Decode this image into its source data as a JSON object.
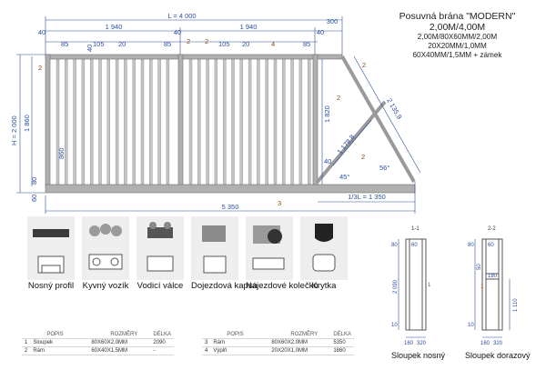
{
  "title": {
    "main": "Posuvná brána \"MODERN\" 2,00M/4,00M",
    "specs": [
      "2,00M/80X60MM/2,00M",
      "20X20MM/1,0MM",
      "60X40MM/1,5MM + zámek"
    ]
  },
  "dims": {
    "L": "L = 4 000",
    "half_left": "1 940",
    "half_right": "1 940",
    "d300": "300",
    "d40_a": "40",
    "d40_b": "40",
    "d40_c": "40",
    "d85_a": "85",
    "d105_a": "105",
    "d20_a": "20",
    "d85_b": "85",
    "d105_b": "105",
    "d20_b": "20",
    "d85_c": "85",
    "d40_v": "40",
    "H": "H = 2 000",
    "h1860": "1 860",
    "h860": "860",
    "h80": "80",
    "h60": "60",
    "h1820": "1 820",
    "h40": "40",
    "diag1": "1 178,8",
    "diag2": "2 135,9",
    "ang45": "45°",
    "ang56": "56°",
    "tail": "1/3L = 1 350",
    "total": "5 350"
  },
  "tags": {
    "t2a": "2",
    "t2b": "2",
    "t2c": "2",
    "t2d": "2",
    "t2e": "2",
    "t2f": "2",
    "t4": "4",
    "t3": "3"
  },
  "parts": [
    {
      "label": "Nosný profil"
    },
    {
      "label": "Kyvný vozík"
    },
    {
      "label": "Vodicí válce"
    },
    {
      "label": "Dojezdová kapsa"
    },
    {
      "label": "Nájezdové kolečko"
    },
    {
      "label": "Krytka"
    }
  ],
  "bom_headers": {
    "popis": "POPIS",
    "rozmery": "ROZMĚRY",
    "delka": "DÉLKA"
  },
  "bom_left": [
    {
      "no": "1",
      "popis": "Sloupek",
      "rozmery": "80X60X2,0MM",
      "delka": "2090"
    },
    {
      "no": "2",
      "popis": "Rám",
      "rozmery": "60X40X1,5MM",
      "delka": "-"
    }
  ],
  "bom_right": [
    {
      "no": "3",
      "popis": "Rám",
      "rozmery": "80X60X2,0MM",
      "delka": "5350"
    },
    {
      "no": "4",
      "popis": "Výplň",
      "rozmery": "20X20X1,0MM",
      "delka": "1860"
    }
  ],
  "posts": {
    "sec1": "1-1",
    "sec2": "2-2",
    "nosny": "Sloupek nosný",
    "dorazovy": "Sloupek dorazový",
    "p80a": "80",
    "p60a": "60",
    "p2090": "2 090",
    "p10a": "10",
    "p160a": "160",
    "p320a": "320",
    "p1a": "1",
    "p80b": "80",
    "p60b": "60",
    "p50": "50",
    "p180": "180",
    "p1110": "1 110",
    "p10b": "10",
    "p160b": "160",
    "p320b": "320",
    "p1b": "1"
  },
  "colors": {
    "frame": "#9a9a9a",
    "dim": "#2a4ea0",
    "tag": "#8b4a10"
  }
}
